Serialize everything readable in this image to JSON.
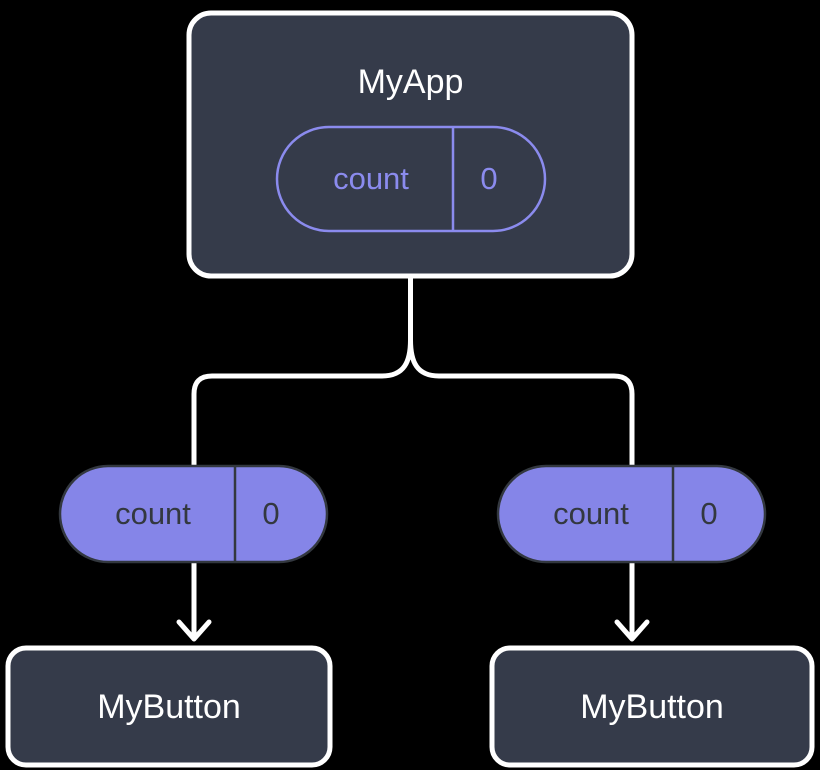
{
  "diagram": {
    "type": "component-tree",
    "background_color": "#000000",
    "colors": {
      "node_fill": "#353b4a",
      "node_border": "#ffffff",
      "node_text": "#ffffff",
      "state_pill_fill": "#8585e8",
      "state_pill_outline_stroke": "#8b8bee",
      "state_pill_outline_text": "#8b8bee",
      "state_pill_filled_text": "#33383f",
      "edge_color": "#ffffff"
    },
    "root": {
      "name": "MyApp",
      "label": "MyApp",
      "state": {
        "key": "count",
        "value": "0",
        "style": "outline"
      }
    },
    "children": [
      {
        "name": "left-branch",
        "prop": {
          "key": "count",
          "value": "0",
          "style": "filled"
        },
        "node": {
          "name": "MyButton",
          "label": "MyButton"
        }
      },
      {
        "name": "right-branch",
        "prop": {
          "key": "count",
          "value": "0",
          "style": "filled"
        },
        "node": {
          "name": "MyButton",
          "label": "MyButton"
        }
      }
    ]
  }
}
